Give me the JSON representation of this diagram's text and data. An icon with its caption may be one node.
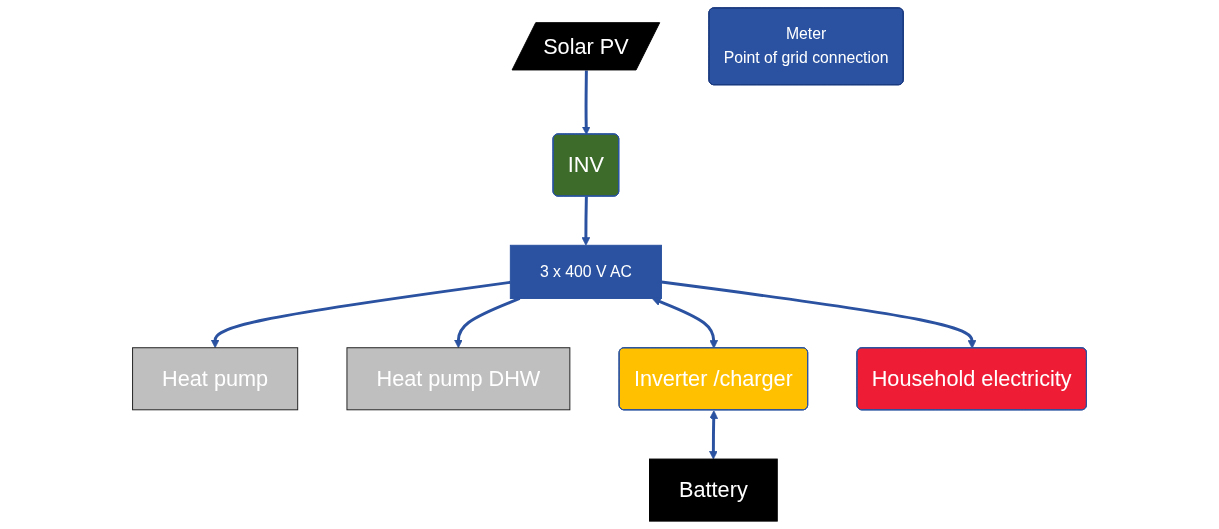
{
  "diagram": {
    "nodes": [
      {
        "text": [
          "Solar PV"
        ]
      },
      {
        "text": [
          "INV"
        ]
      },
      {
        "text": [
          "Heat pump"
        ]
      },
      {
        "text": [
          "Heat pump DHW"
        ]
      },
      {
        "text": [
          "3 x 400 V AC"
        ]
      },
      {
        "text": [
          "Meter",
          "Point of grid connection"
        ]
      },
      {
        "text": [
          "Inverter /charger"
        ]
      },
      {
        "text": [
          "Battery"
        ]
      },
      {
        "text": [
          "Household electricity"
        ]
      }
    ],
    "edges": [
      {
        "from": 0,
        "to": 1,
        "arrow": "to"
      },
      {
        "from": 1,
        "to": 4,
        "arrow": "to"
      },
      {
        "from": 4,
        "to": 2,
        "arrow": "to"
      },
      {
        "from": 4,
        "to": 3,
        "arrow": "to"
      },
      {
        "from": 4,
        "to": 6,
        "arrow": "both"
      },
      {
        "from": 6,
        "to": 7,
        "arrow": "both"
      },
      {
        "from": 4,
        "to": 8,
        "arrow": "to"
      }
    ]
  }
}
